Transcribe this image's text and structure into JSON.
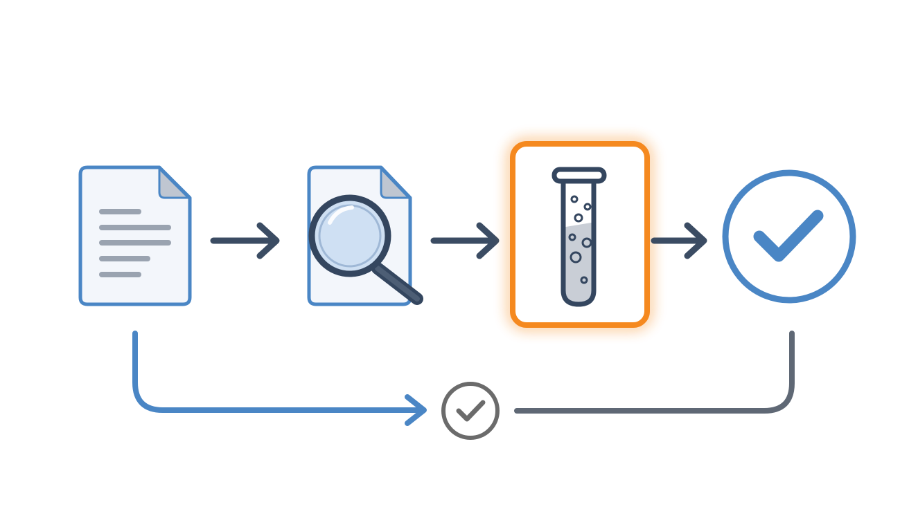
{
  "colors": {
    "background": "#ffffff",
    "primary_blue": "#4a86c5",
    "doc_fill": "#f3f6fb",
    "doc_fold": "#bfc6d1",
    "text_lines": "#9aa3b0",
    "arrow_dark": "#3b4c63",
    "highlight_orange": "#f5891f",
    "glass_fill": "#cfe0f3",
    "icon_outline": "#34465f",
    "liquid_fill": "#c9ced6",
    "gray_path": "#5f6875",
    "gray_check": "#6b6b6b"
  },
  "icons": {
    "step_1": "document-icon",
    "step_2": "document-search-icon",
    "step_3": "test-tube-icon",
    "step_4": "check-circle-icon",
    "bypass_check": "small-check-circle-icon"
  },
  "flow": {
    "steps": [
      "document",
      "review",
      "test",
      "approved"
    ],
    "highlighted_step": "test",
    "bypass_path": "document-to-approved-via-check"
  }
}
